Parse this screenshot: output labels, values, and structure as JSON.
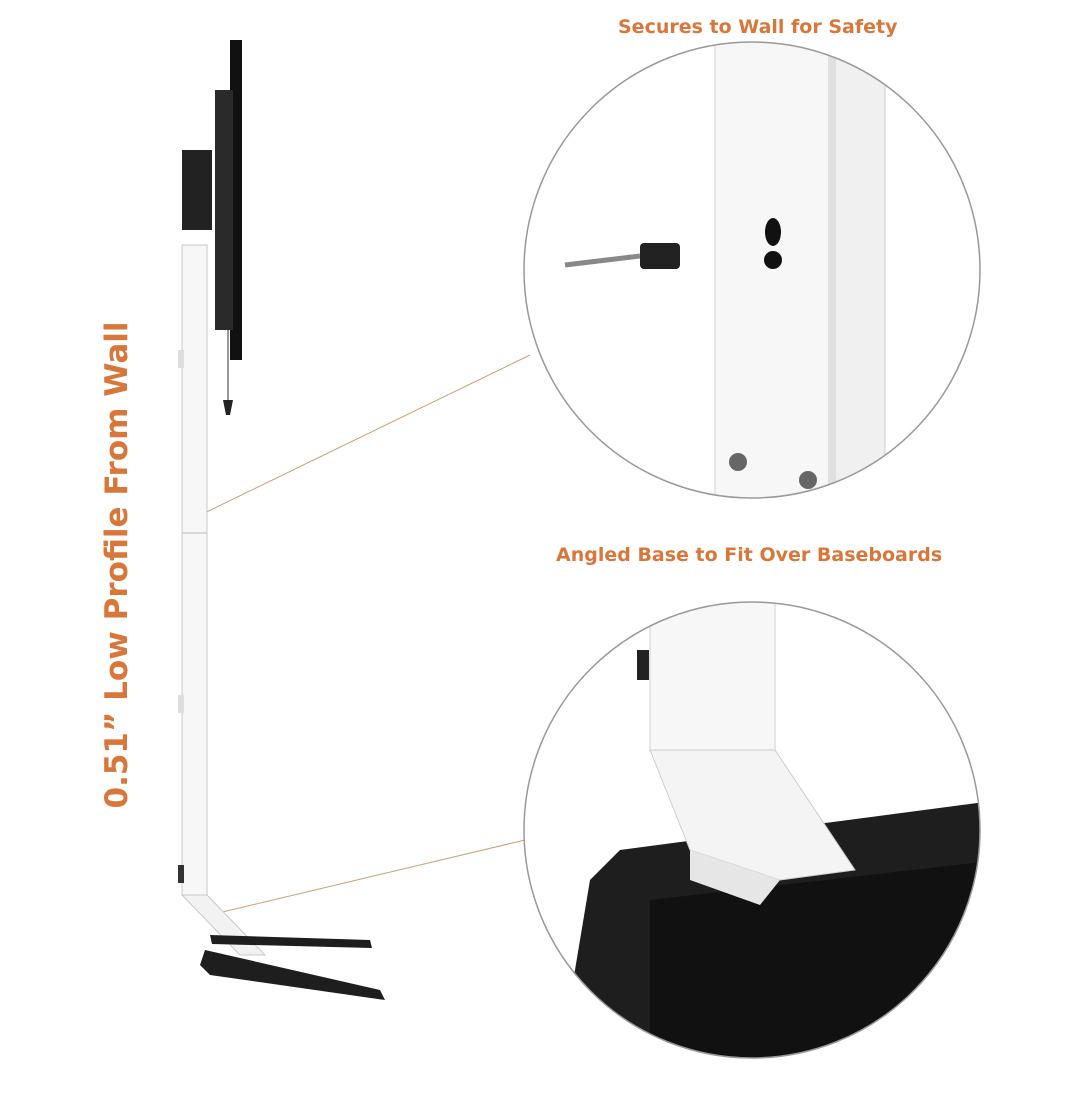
{
  "captions": {
    "top": "Secures to Wall for Safety",
    "bottom": "Angled Base to Fit Over Baseboards",
    "side": "0.51” Low Profile From Wall"
  },
  "colors": {
    "accent": "#d9763a",
    "frame": "#ffffff",
    "base": "#1a1a1a"
  }
}
